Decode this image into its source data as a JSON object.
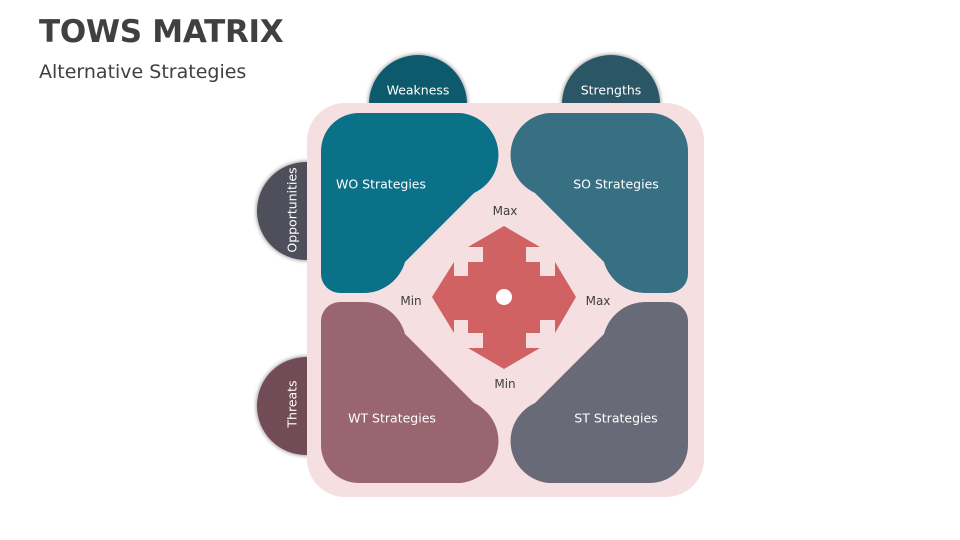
{
  "header": {
    "title": "TOWS MATRIX",
    "subtitle": "Alternative Strategies"
  },
  "tabs": {
    "top": [
      {
        "label": "Weakness",
        "color": "#0f5a6c"
      },
      {
        "label": "Strengths",
        "color": "#2c5766"
      }
    ],
    "left": [
      {
        "label": "Opportunities",
        "color": "#4f4f5b"
      },
      {
        "label": "Threats",
        "color": "#714c55"
      }
    ]
  },
  "quadrants": [
    {
      "label": "WO Strategies",
      "position": "top-left",
      "color": "#0a7189"
    },
    {
      "label": "SO Strategies",
      "position": "top-right",
      "color": "#377082"
    },
    {
      "label": "WT Strategies",
      "position": "bottom-left",
      "color": "#99656f"
    },
    {
      "label": "ST Strategies",
      "position": "bottom-right",
      "color": "#686a78"
    }
  ],
  "axis_labels": {
    "top": "Max",
    "right": "Max",
    "bottom": "Min",
    "left": "Min"
  },
  "colors": {
    "background_panel": "#f5dfe1",
    "center_cross": "#d06264",
    "center_dot": "#ffffff",
    "text_dark": "#404040"
  }
}
